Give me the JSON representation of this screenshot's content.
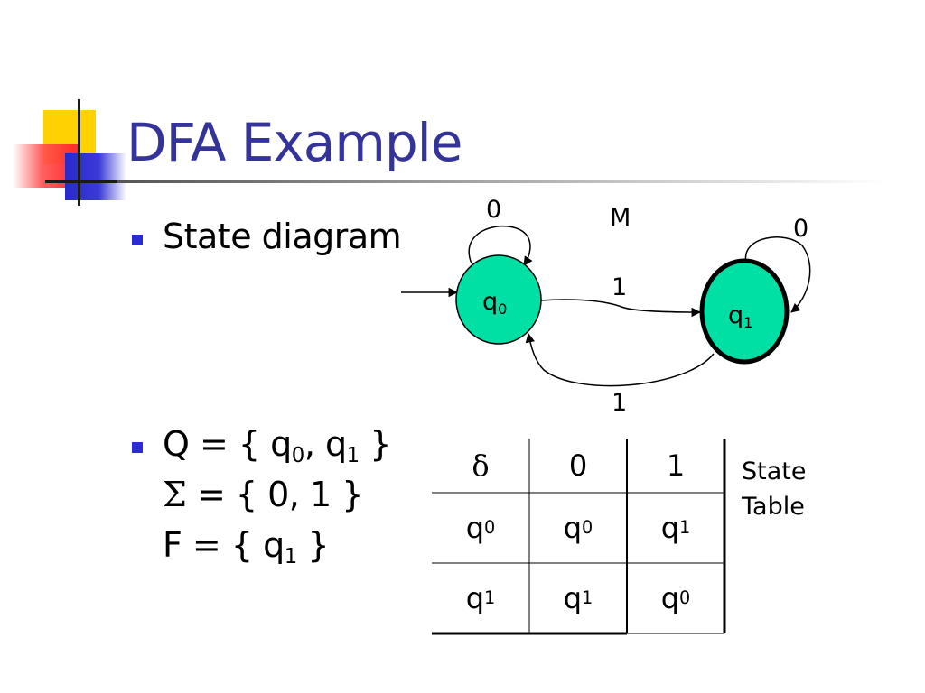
{
  "title": "DFA Example",
  "bullets": {
    "first": "State diagram",
    "set_q_prefix": "Q = { q",
    "q_sub0": "0",
    "q_mid": ", q",
    "q_sub1": "1",
    "q_end": " }",
    "sigma_symbol": "Σ",
    "sigma_rest": " = { 0, 1 }",
    "f_prefix": "F = { q",
    "f_sub": "1",
    "f_end": " }"
  },
  "diagram": {
    "machine_label": "M",
    "states": [
      {
        "name": "q",
        "sub": "0",
        "accepting": false,
        "start": true
      },
      {
        "name": "q",
        "sub": "1",
        "accepting": true,
        "start": false
      }
    ],
    "transitions": [
      {
        "from": "q0",
        "to": "q0",
        "label": "0"
      },
      {
        "from": "q0",
        "to": "q1",
        "label": "1"
      },
      {
        "from": "q1",
        "to": "q1",
        "label": "0"
      },
      {
        "from": "q1",
        "to": "q0",
        "label": "1"
      }
    ],
    "state_fill": "#00dfa4"
  },
  "state_table": {
    "caption_line1": "State",
    "caption_line2": "Table",
    "delta_symbol": "δ",
    "columns": [
      "0",
      "1"
    ],
    "rows": [
      {
        "state": "q",
        "state_sub": "0",
        "on0": "q",
        "on0_sub": "0",
        "on1": "q",
        "on1_sub": "1"
      },
      {
        "state": "q",
        "state_sub": "1",
        "on0": "q",
        "on0_sub": "1",
        "on1": "q",
        "on1_sub": "0"
      }
    ]
  },
  "colors": {
    "title": "#333399",
    "bullet": "#2b2bd6",
    "state_fill": "#00dfa4"
  }
}
